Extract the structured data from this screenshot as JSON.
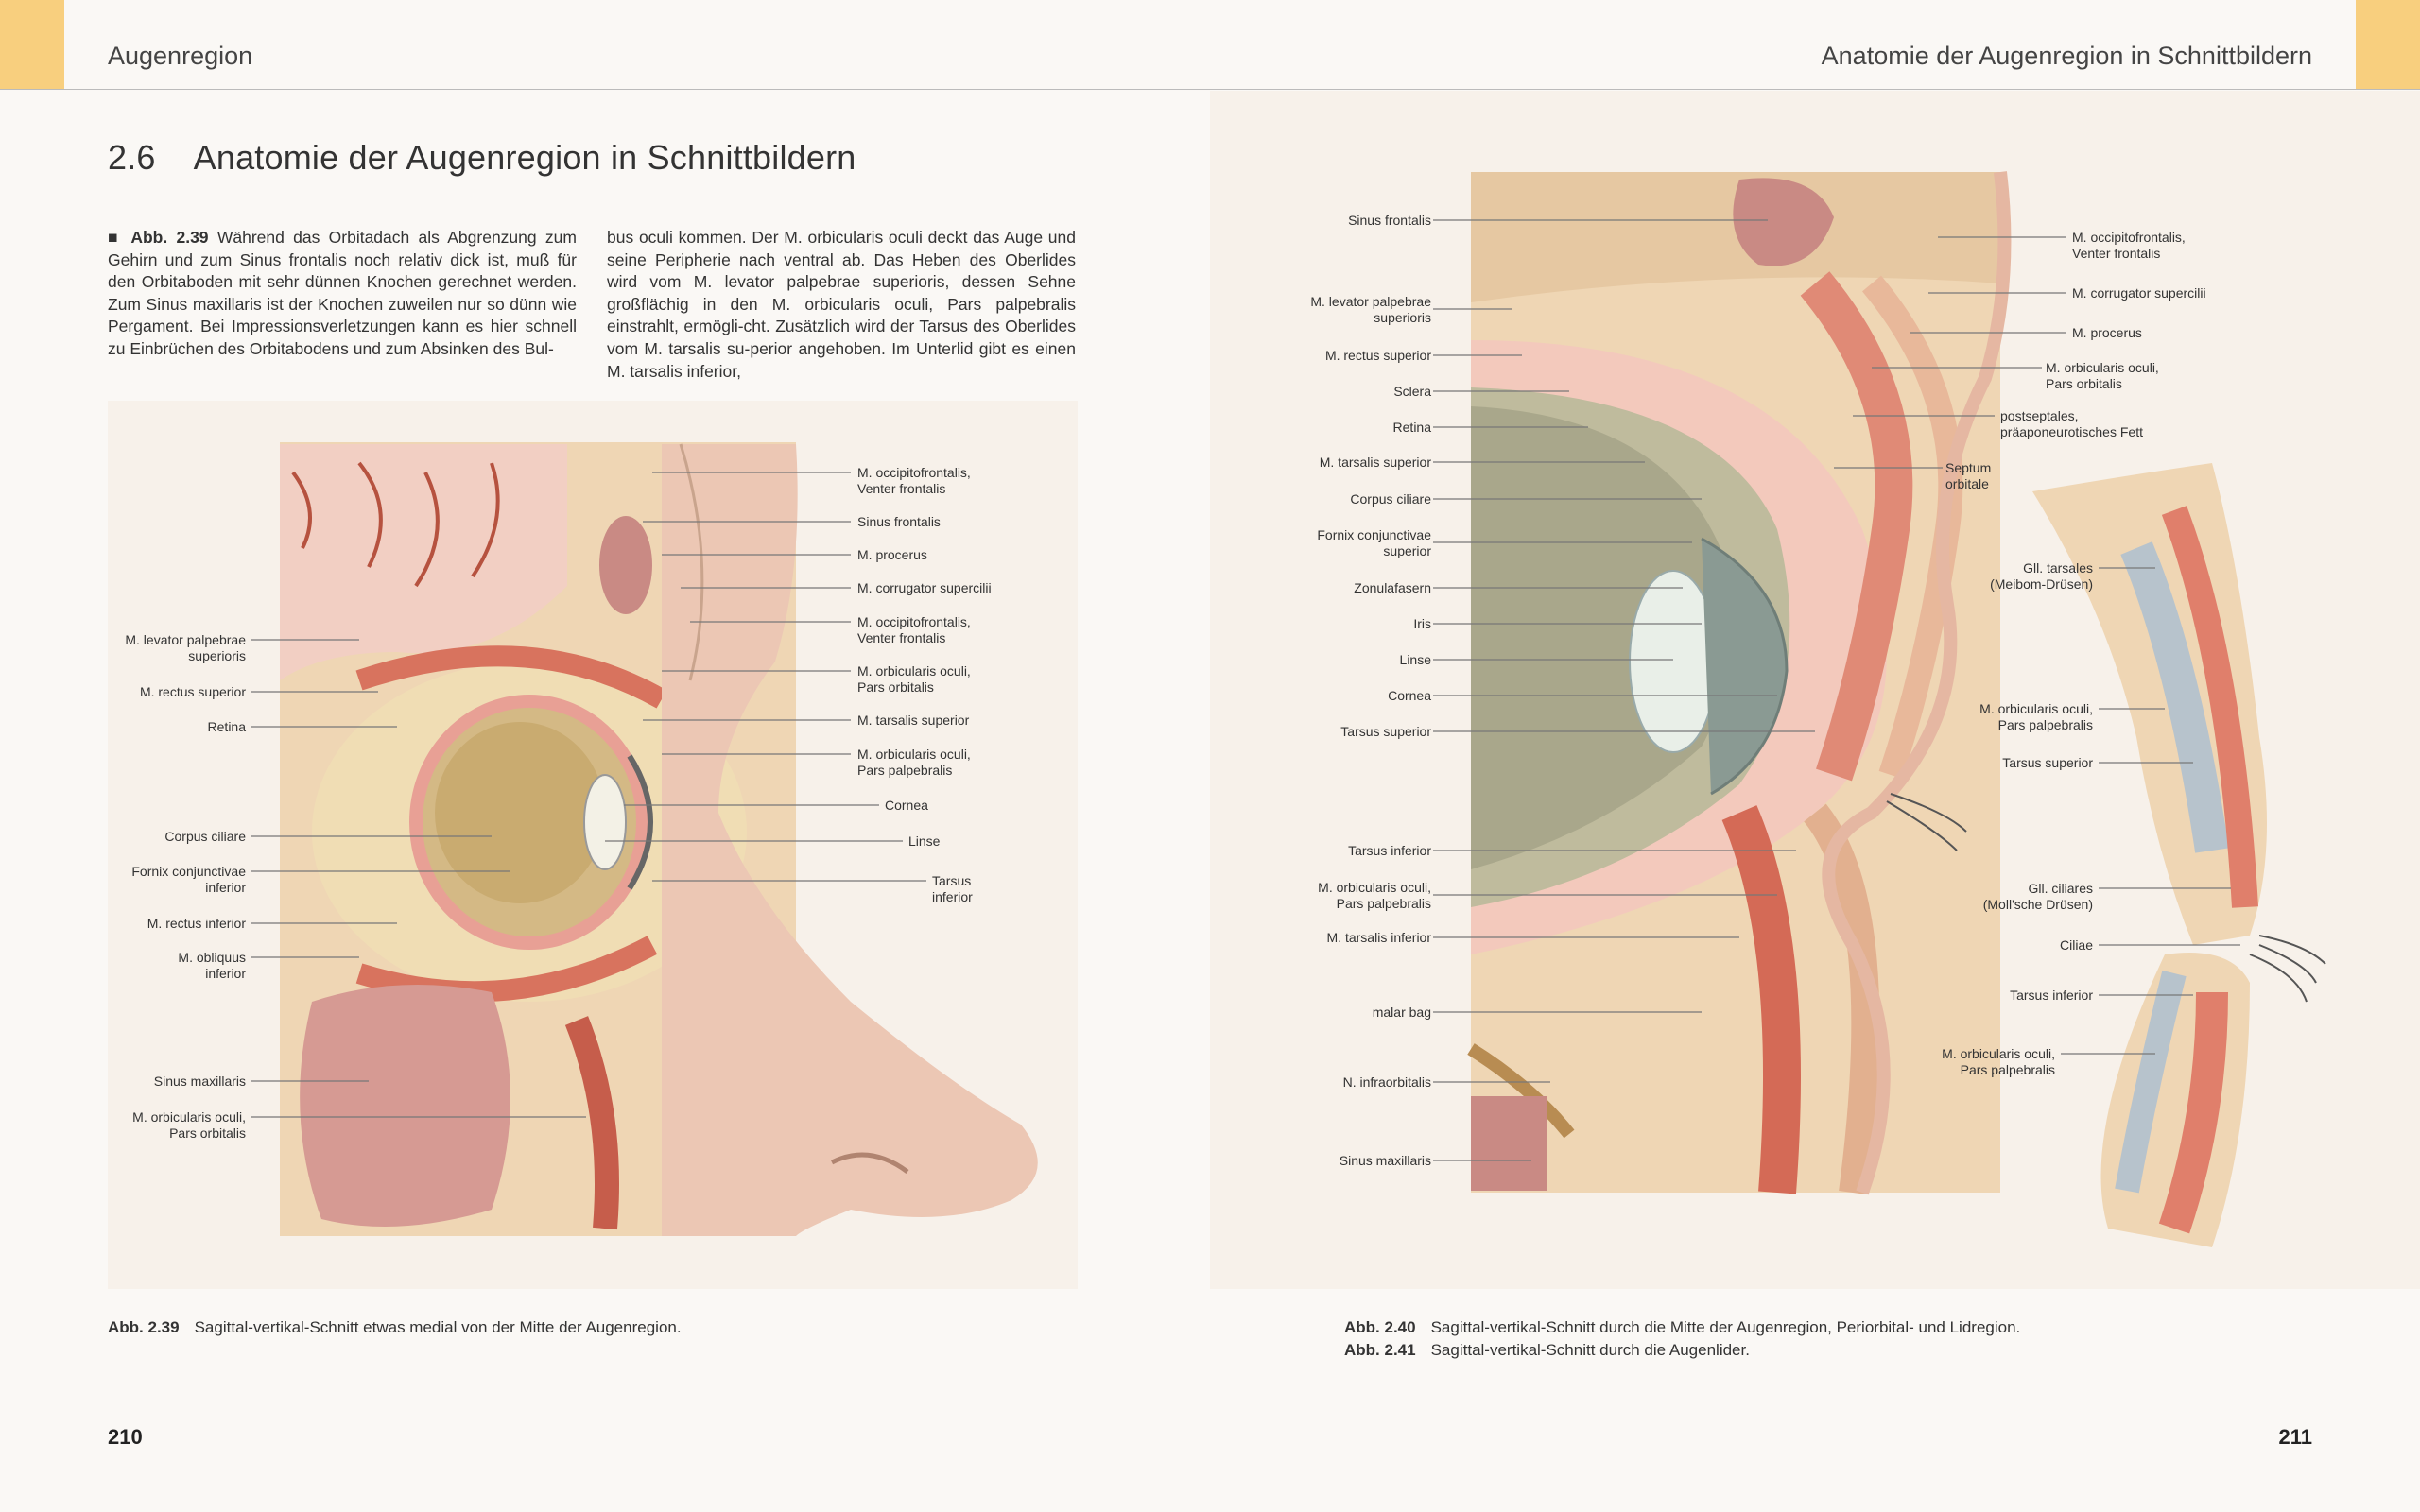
{
  "header": {
    "left_title": "Augenregion",
    "right_title": "Anatomie der Augenregion in Schnittbildern"
  },
  "section": {
    "number": "2.6",
    "title": "Anatomie der Augenregion in Schnittbildern"
  },
  "body": {
    "ref": "Abb. 2.39",
    "col1": "Während das Orbitadach als Abgrenzung zum Gehirn und zum Sinus frontalis noch relativ dick ist, muß für den Orbitaboden mit sehr dünnen Knochen gerechnet werden. Zum Sinus maxillaris ist der Knochen zuweilen nur so dünn wie Pergament. Bei Impressionsverletzungen kann es hier schnell zu Einbrüchen des Orbitabodens und zum Absinken des Bul-",
    "col2": "bus oculi kommen. Der M. orbicularis oculi deckt das Auge und seine Peripherie nach ventral ab. Das Heben des Oberlides wird vom M. levator palpebrae superioris, dessen Sehne großflächig in den M. orbicularis oculi, Pars palpebralis einstrahlt, ermögli-cht. Zusätzlich wird der Tarsus des Oberlides vom M. tarsalis su-perior angehoben. Im Unterlid gibt es einen M. tarsalis inferior,"
  },
  "fig239": {
    "labels_right": [
      "M. occipitofrontalis,\nVenter frontalis",
      "Sinus frontalis",
      "M. procerus",
      "M. corrugator supercilii",
      "M. occipitofrontalis,\nVenter frontalis",
      "M. orbicularis oculi,\nPars orbitalis",
      "M. tarsalis superior",
      "M. orbicularis oculi,\nPars palpebralis",
      "Cornea",
      "Linse",
      "Tarsus\ninferior"
    ],
    "labels_left": [
      "M. levator palpebrae\nsuperioris",
      "M. rectus superior",
      "Retina",
      "Corpus ciliare",
      "Fornix conjunctivae\ninferior",
      "M. rectus inferior",
      "M. obliquus\ninferior",
      "Sinus maxillaris",
      "M. orbicularis oculi,\nPars orbitalis"
    ]
  },
  "fig240": {
    "labels_left": [
      "Sinus frontalis",
      "M. levator palpebrae\nsuperioris",
      "M. rectus superior",
      "Sclera",
      "Retina",
      "M. tarsalis superior",
      "Corpus ciliare",
      "Fornix conjunctivae\nsuperior",
      "Zonulafasern",
      "Iris",
      "Linse",
      "Cornea",
      "Tarsus superior",
      "Tarsus inferior",
      "M. orbicularis oculi,\nPars palpebralis",
      "M. tarsalis inferior",
      "malar bag",
      "N. infraorbitalis",
      "Sinus maxillaris"
    ],
    "labels_right": [
      "M. occipitofrontalis,\nVenter frontalis",
      "M. corrugator supercilii",
      "M. procerus",
      "M. orbicularis oculi,\nPars orbitalis",
      "postseptales,\npräaponeurotisches Fett",
      "Septum\norbitale"
    ]
  },
  "fig241": {
    "labels": [
      "Gll. tarsales\n(Meibom-Drüsen)",
      "M. orbicularis oculi,\nPars palpebralis",
      "Tarsus superior",
      "Gll. ciliares\n(Moll'sche Drüsen)",
      "Ciliae",
      "Tarsus inferior",
      "M. orbicularis oculi,\nPars palpebralis"
    ]
  },
  "captions": {
    "c239_ref": "Abb. 2.39",
    "c239_text": "Sagittal-vertikal-Schnitt etwas medial von der Mitte der Augenregion.",
    "c240_ref": "Abb. 2.40",
    "c240_text": "Sagittal-vertikal-Schnitt durch die Mitte der Augenregion, Periorbital- und Lidregion.",
    "c241_ref": "Abb. 2.41",
    "c241_text": "Sagittal-vertikal-Schnitt durch die Augenlider."
  },
  "page_numbers": {
    "left": "210",
    "right": "211"
  }
}
